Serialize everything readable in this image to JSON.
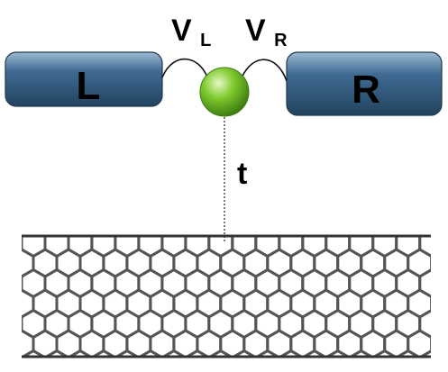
{
  "diagram": {
    "left_lead": {
      "label": "L"
    },
    "right_lead": {
      "label": "R"
    },
    "coupling_left": {
      "symbol": "V",
      "subscript": "L"
    },
    "coupling_right": {
      "symbol": "V",
      "subscript": "R"
    },
    "tunneling": {
      "label": "t"
    },
    "colors": {
      "lead_body": "#3f6b92",
      "lead_dark": "#23435f",
      "lead_light": "#9dbad3",
      "dot": "#7ecb2e",
      "dot_highlight": "#e6f8c4",
      "nanotube": "#555555",
      "wire": "#111111"
    },
    "icons": {
      "lead": "cylinder-electrode",
      "dot": "quantum-dot-sphere",
      "tube": "carbon-nanotube"
    }
  }
}
